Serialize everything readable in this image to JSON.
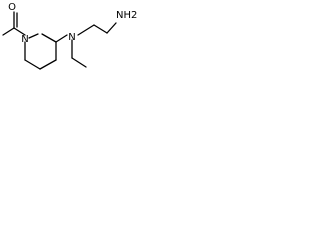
{
  "molecule": {
    "atoms": {
      "carbonyl_oxygen": "O",
      "ring_nitrogen": "N",
      "amine_nitrogen": "N",
      "terminal_amine": "NH2"
    }
  },
  "colors": {
    "bond": "#000000",
    "label": "#000000",
    "background": "#ffffff"
  }
}
